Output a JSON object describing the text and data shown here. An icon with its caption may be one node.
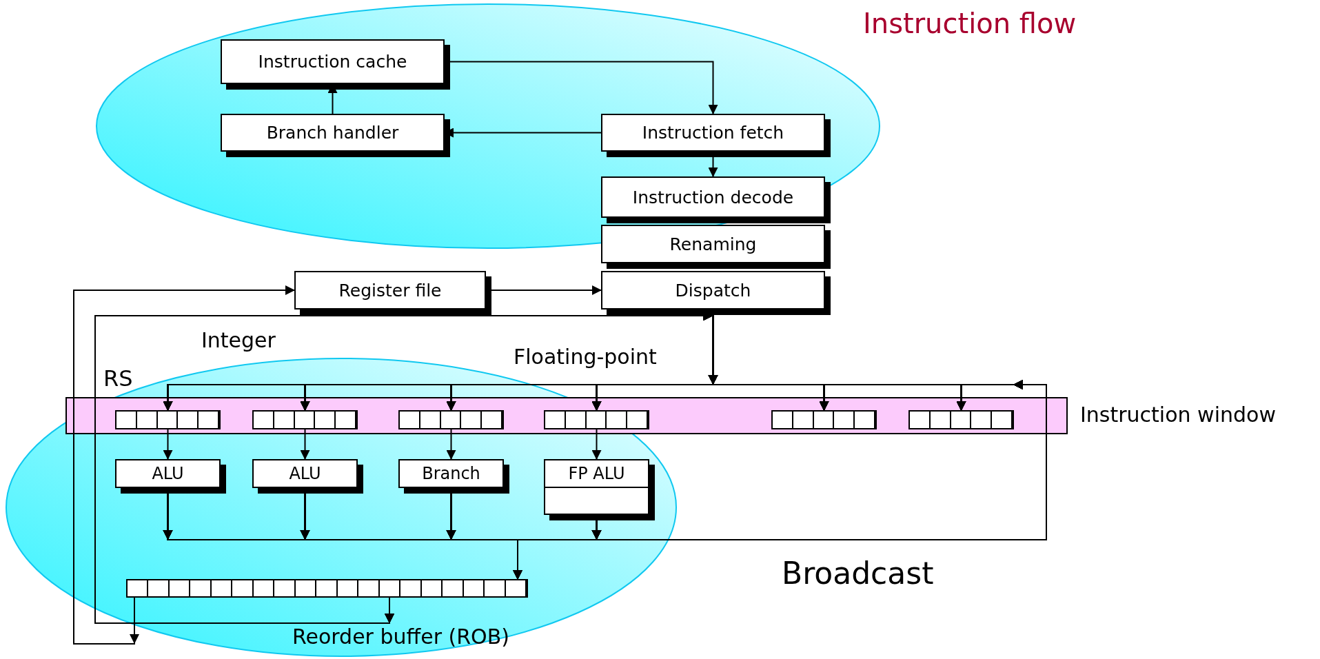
{
  "diagram": {
    "nodes": [
      {
        "text": [
          "Instruction cache"
        ]
      },
      {
        "text": [
          "Branch handler"
        ]
      },
      {
        "text": [
          "Instruction fetch"
        ]
      },
      {
        "text": [
          "Instruction decode"
        ]
      },
      {
        "text": [
          "Renaming"
        ]
      },
      {
        "text": [
          "Register file"
        ]
      },
      {
        "text": [
          "Dispatch"
        ]
      },
      {
        "text": [
          "Instruction window"
        ]
      },
      {
        "text": [],
        "shape": "box",
        "in": 7
      },
      {
        "text": [],
        "shape": "box",
        "in": 7
      },
      {
        "text": [],
        "shape": "box",
        "in": 7
      },
      {
        "text": [],
        "shape": "box",
        "in": 7
      },
      {
        "text": [],
        "shape": "box",
        "in": 7
      },
      {
        "text": [],
        "shape": "box",
        "in": 7
      },
      {
        "text": [
          "ALU"
        ]
      },
      {
        "text": [
          "ALU"
        ]
      },
      {
        "text": [
          "Branch"
        ]
      },
      {
        "text": [
          "FP ALU"
        ]
      },
      {
        "text": [
          "Reorder buffer (ROB)"
        ]
      }
    ],
    "edges": [
      {
        "from": 0,
        "to": 2,
        "arrow": "to"
      },
      {
        "from": 2,
        "to": 1,
        "arrow": "to"
      },
      {
        "from": 1,
        "to": 0,
        "arrow": "to"
      },
      {
        "from": 2,
        "to": 3,
        "arrow": "to"
      },
      {
        "from": 5,
        "to": 6,
        "arrow": "to"
      },
      {
        "from": 6,
        "to": 8,
        "arrow": "to"
      },
      {
        "from": 6,
        "to": 9,
        "arrow": "to"
      },
      {
        "from": 6,
        "to": 10,
        "arrow": "to"
      },
      {
        "from": 6,
        "to": 11,
        "arrow": "to"
      },
      {
        "from": 6,
        "to": 12,
        "arrow": "to"
      },
      {
        "from": 6,
        "to": 13,
        "arrow": "to"
      },
      {
        "from": 18,
        "to": 5,
        "arrow": "to"
      },
      {
        "from": 18,
        "to": 8,
        "arrow": "to"
      },
      {
        "from": 18,
        "to": 9,
        "arrow": "to"
      },
      {
        "from": 18,
        "to": 10,
        "arrow": "to"
      },
      {
        "from": 18,
        "to": 11,
        "arrow": "to"
      },
      {
        "from": 18,
        "to": 12,
        "arrow": "to"
      },
      {
        "from": 18,
        "to": 13,
        "arrow": "to"
      },
      {
        "from": 8,
        "to": 14,
        "arrow": "to"
      },
      {
        "from": 9,
        "to": 15,
        "arrow": "to"
      },
      {
        "from": 10,
        "to": 16,
        "arrow": "to"
      },
      {
        "from": 11,
        "to": 17,
        "arrow": "to"
      },
      {
        "from": 14,
        "to": 18,
        "arrow": "to"
      },
      {
        "from": 15,
        "to": 18,
        "arrow": "to"
      },
      {
        "from": 16,
        "to": 18,
        "arrow": "to"
      },
      {
        "from": 17,
        "to": 18,
        "arrow": "to"
      },
      {
        "from": 14,
        "to": 8,
        "arrow": "to"
      },
      {
        "from": 14,
        "to": 9,
        "arrow": "to"
      },
      {
        "from": 14,
        "to": 10,
        "arrow": "to"
      },
      {
        "from": 14,
        "to": 11,
        "arrow": "to"
      },
      {
        "from": 14,
        "to": 12,
        "arrow": "to"
      },
      {
        "from": 14,
        "to": 13,
        "arrow": "to"
      },
      {
        "from": 15,
        "to": 8,
        "arrow": "to"
      },
      {
        "from": 15,
        "to": 9,
        "arrow": "to"
      },
      {
        "from": 15,
        "to": 10,
        "arrow": "to"
      },
      {
        "from": 15,
        "to": 11,
        "arrow": "to"
      },
      {
        "from": 15,
        "to": 12,
        "arrow": "to"
      },
      {
        "from": 15,
        "to": 13,
        "arrow": "to"
      },
      {
        "from": 16,
        "to": 8,
        "arrow": "to"
      },
      {
        "from": 16,
        "to": 9,
        "arrow": "to"
      },
      {
        "from": 16,
        "to": 10,
        "arrow": "to"
      },
      {
        "from": 16,
        "to": 11,
        "arrow": "to"
      },
      {
        "from": 16,
        "to": 12,
        "arrow": "to"
      },
      {
        "from": 16,
        "to": 13,
        "arrow": "to"
      },
      {
        "from": 17,
        "to": 8,
        "arrow": "to"
      },
      {
        "from": 17,
        "to": 9,
        "arrow": "to"
      },
      {
        "from": 17,
        "to": 10,
        "arrow": "to"
      },
      {
        "from": 17,
        "to": 11,
        "arrow": "to"
      },
      {
        "from": 17,
        "to": 12,
        "arrow": "to"
      },
      {
        "from": 17,
        "to": 13,
        "arrow": "to"
      }
    ],
    "labels": [
      "Instruction flow",
      "RS",
      "Integer",
      "Floating-point",
      "Broadcast"
    ]
  }
}
